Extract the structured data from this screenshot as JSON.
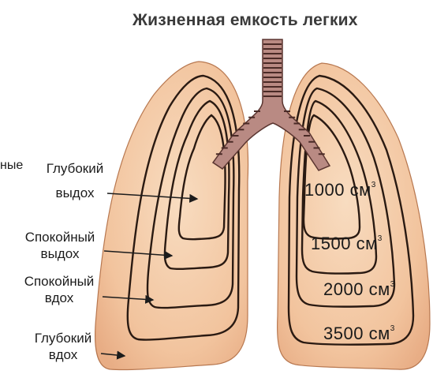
{
  "title": "Жизненная емкость легких",
  "edge_fragment": "ные",
  "left_labels": [
    {
      "line1": "Глубокий",
      "line2": "выдох"
    },
    {
      "line1": "Спокойный",
      "line2": "выдох"
    },
    {
      "line1": "Спокойный",
      "line2": "вдох"
    },
    {
      "line1": "Глубокий",
      "line2": "вдох"
    }
  ],
  "volumes": [
    {
      "value": "1000",
      "unit": "см",
      "exp": "3"
    },
    {
      "value": "1500",
      "unit": "см",
      "exp": "3"
    },
    {
      "value": "2000",
      "unit": "см",
      "exp": "3"
    },
    {
      "value": "3500",
      "unit": "см",
      "exp": "3"
    }
  ],
  "colors": {
    "lung_fill": "#f3c9a4",
    "lung_center": "#f6d4b3",
    "contour": "#2a1a12",
    "trachea": "#8b5a55"
  }
}
